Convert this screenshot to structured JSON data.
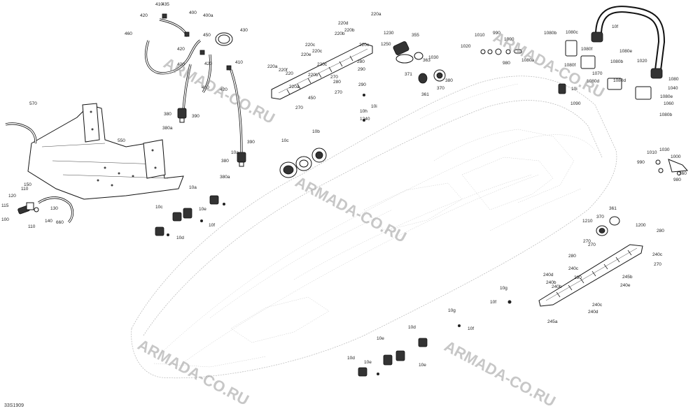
{
  "diagram_code": "33S1909",
  "watermark": "ARMADA-CO.RU",
  "callouts": [
    "410",
    "435",
    "420",
    "460",
    "450",
    "430",
    "400",
    "400a",
    "420",
    "400",
    "420",
    "410",
    "420",
    "390",
    "380",
    "380a",
    "420",
    "390",
    "380",
    "380a",
    "570",
    "550",
    "150",
    "120",
    "110",
    "100",
    "115",
    "130",
    "110",
    "140",
    "660",
    "10a",
    "10c",
    "10d",
    "10f",
    "10e",
    "10a",
    "10c",
    "10b",
    "220d",
    "220b",
    "220a",
    "220c",
    "220c",
    "220e",
    "220b",
    "220f",
    "220a",
    "220a",
    "220",
    "220c",
    "220c",
    "220b",
    "270",
    "280",
    "280",
    "270",
    "290",
    "290",
    "270",
    "450",
    "10i",
    "10h",
    "1240",
    "1230",
    "1250",
    "355",
    "363",
    "371",
    "361",
    "380",
    "370",
    "1030",
    "1020",
    "1010",
    "990",
    "1000",
    "980",
    "1080a",
    "1080b",
    "1080c",
    "1080f",
    "1080f",
    "1080d",
    "1080b",
    "1080d",
    "1070",
    "10f",
    "10i",
    "1090",
    "1080e",
    "1080e",
    "1060",
    "1040",
    "1080",
    "1080b",
    "1020",
    "1010",
    "1030",
    "990",
    "1000",
    "980",
    "360",
    "370",
    "361",
    "1210",
    "1200",
    "280",
    "270",
    "270",
    "280",
    "290",
    "240c",
    "240d",
    "240c",
    "270",
    "240b",
    "240b",
    "245a",
    "240d",
    "240e",
    "240c",
    "245b",
    "10g",
    "10f",
    "10g",
    "10f",
    "10d",
    "10e",
    "10d",
    "10e",
    "10e"
  ]
}
